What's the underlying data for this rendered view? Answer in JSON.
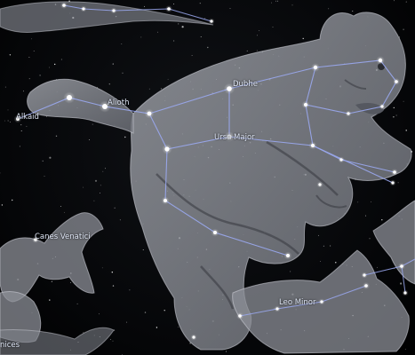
{
  "view": {
    "app": "planetarium sky view",
    "region": "northern sky"
  },
  "colors": {
    "background": "#000000",
    "constellation_line": "#9aa8f0",
    "label": "#dfe6f5",
    "artwork_fill": "#8c8f97",
    "artwork_stroke": "#c9ccd3",
    "star": "#ffffff"
  },
  "labels": {
    "alkaid": "Alkaid",
    "alioth": "Alioth",
    "dubhe": "Dubhe",
    "ursa_major": "Ursa Major",
    "canes_venatici": "Canes Venatici",
    "leo_minor": "Leo Minor",
    "bottom_left_partial": "nices"
  },
  "icons": [
    "star-marker",
    "constellation-line",
    "constellation-artwork"
  ]
}
